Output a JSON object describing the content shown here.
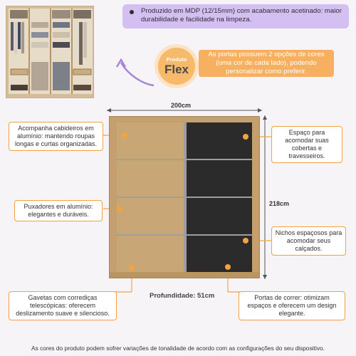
{
  "top_note": "Produzido em MDP (12/15mm) com acabamento acetinado: maior durabilidade e facilidade na limpeza.",
  "badge": {
    "line1": "Produto",
    "line2": "Flex"
  },
  "flex_note": "As portas possuem 2 opções de cores (uma cor de cada lado), podendo personalizar como preferir.",
  "dimensions": {
    "width": "200cm",
    "height": "218cm",
    "depth": "Profundidade: 51cm"
  },
  "callouts": {
    "hangers": "Acompanha cabideiros em alumínio: mantendo roupas longas e curtas organizadas.",
    "handles": "Puxadores em alumínio: elegantes e duráveis.",
    "drawers": "Gavetas com corrediças telescópicas: oferecem deslizamento suave e silencioso.",
    "top_space": "Espaço para acomodar suas cobertas e travesseiros.",
    "niches": "Nichos espaçosos para acomodar seus calçados.",
    "sliding_doors": "Portas de correr: otimizam espaços e oferecem um design elegante."
  },
  "footer": "As cores do produto podem sofrer variações de tonalidade de acordo com as configurações do seu dispositivo.",
  "colors": {
    "accent": "#f2a340",
    "purple": "#d4bff2",
    "wood": "#c7a273",
    "black_panel": "#2b2b2b"
  }
}
